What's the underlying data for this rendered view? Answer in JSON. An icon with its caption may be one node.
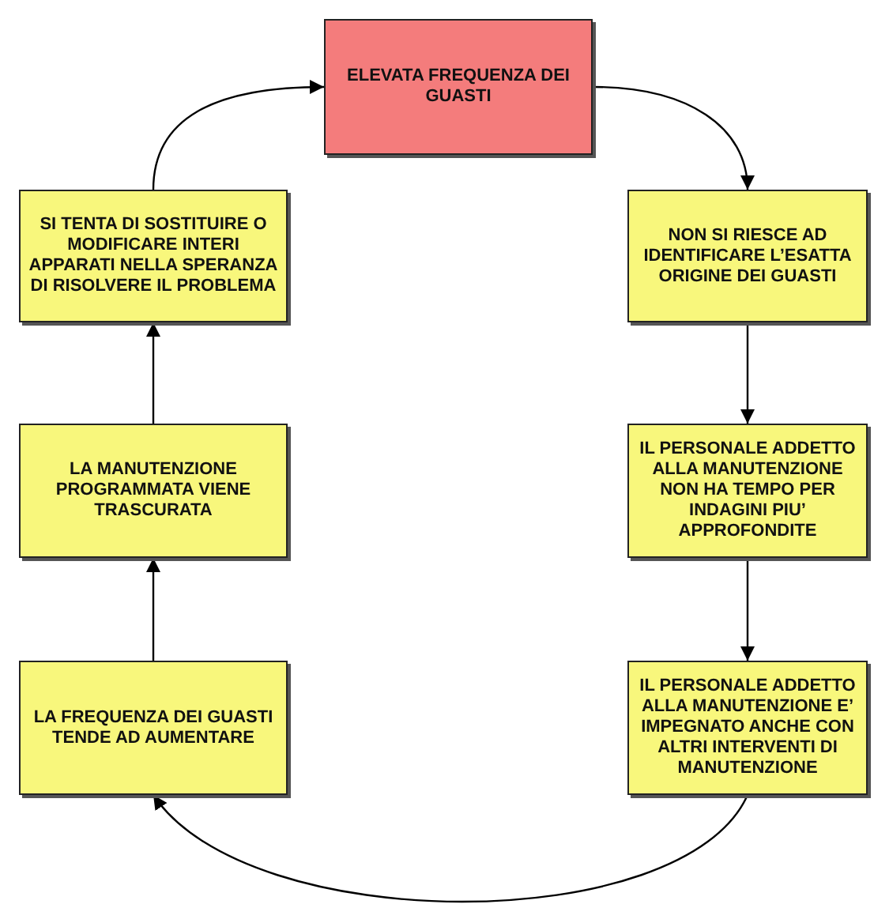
{
  "diagram": {
    "nodes": [
      {
        "text": [
          "ELEVATA FREQUENZA DEI GUASTI"
        ]
      },
      {
        "text": [
          "NON SI RIESCE AD IDENTIFICARE L’ESATTA ORIGINE DEI GUASTI"
        ]
      },
      {
        "text": [
          "IL PERSONALE ADDETTO ALLA MANUTENZIONE NON HA TEMPO PER INDAGINI PIU’ APPROFONDITE"
        ]
      },
      {
        "text": [
          "IL PERSONALE ADDETTO ALLA MANUTENZIONE E’ IMPEGNATO ANCHE CON ALTRI INTERVENTI DI MANUTENZIONE"
        ]
      },
      {
        "text": [
          "LA FREQUENZA DEI GUASTI TENDE AD AUMENTARE"
        ]
      },
      {
        "text": [
          "LA MANUTENZIONE PROGRAMMATA VIENE TRASCURATA"
        ]
      },
      {
        "text": [
          "SI TENTA DI SOSTITUIRE O MODIFICARE INTERI APPARATI NELLA SPERANZA DI RISOLVERE IL PROBLEMA"
        ]
      }
    ],
    "edges": [
      {
        "from": 0,
        "to": 1,
        "arrow": "to"
      },
      {
        "from": 1,
        "to": 2,
        "arrow": "to"
      },
      {
        "from": 2,
        "to": 3,
        "arrow": "to"
      },
      {
        "from": 3,
        "to": 4,
        "arrow": "to"
      },
      {
        "from": 4,
        "to": 5,
        "arrow": "to"
      },
      {
        "from": 5,
        "to": 6,
        "arrow": "to"
      },
      {
        "from": 6,
        "to": 0,
        "arrow": "to"
      }
    ]
  }
}
